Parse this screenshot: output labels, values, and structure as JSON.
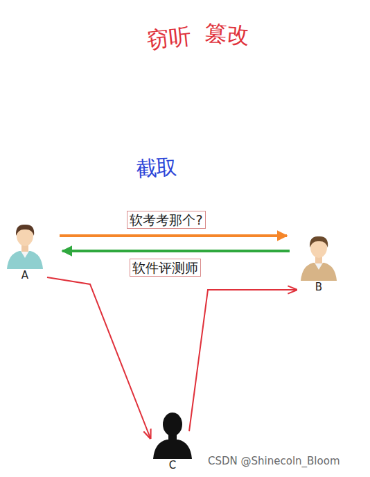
{
  "diagram": {
    "nodes": [
      {
        "text": [
          "A"
        ]
      },
      {
        "text": [
          "B"
        ]
      },
      {
        "text": [
          "C"
        ]
      }
    ],
    "edges": [
      {
        "from": 0,
        "to": 1,
        "arrow": "to",
        "label": "软考考那个?"
      },
      {
        "from": 1,
        "to": 0,
        "arrow": "to",
        "label": "软件评测师"
      },
      {
        "from": 0,
        "to": 2,
        "arrow": "to"
      },
      {
        "from": 2,
        "to": 1,
        "arrow": "to"
      }
    ],
    "labels": [
      "窃听",
      "篡改",
      "截取",
      "CSDN @Shinecoln_Bloom"
    ]
  }
}
